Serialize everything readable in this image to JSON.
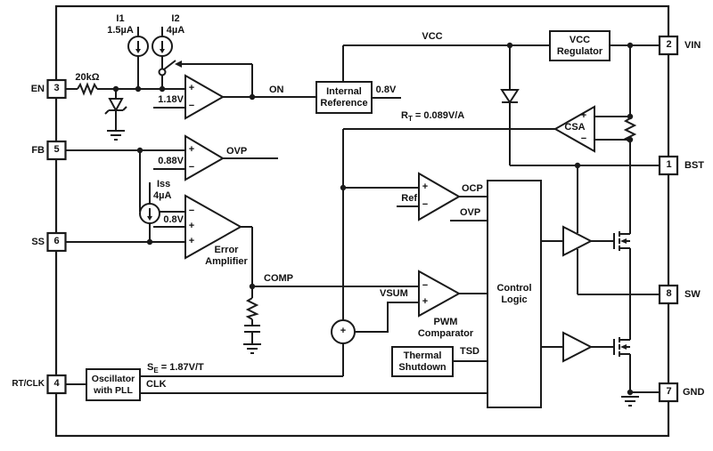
{
  "figure": {
    "background": "#ffffff",
    "line_color": "#1a1a1a"
  },
  "pins": {
    "left": [
      {
        "num": "3",
        "name": "EN"
      },
      {
        "num": "5",
        "name": "FB"
      },
      {
        "num": "6",
        "name": "SS"
      },
      {
        "num": "4",
        "name": "RT/CLK"
      }
    ],
    "right": [
      {
        "num": "2",
        "name": "VIN"
      },
      {
        "num": "1",
        "name": "BST"
      },
      {
        "num": "8",
        "name": "SW"
      },
      {
        "num": "7",
        "name": "GND"
      }
    ]
  },
  "blocks": {
    "internal_reference": {
      "line1": "Internal",
      "line2": "Reference"
    },
    "vcc_regulator": {
      "line1": "VCC",
      "line2": "Regulator"
    },
    "oscillator": {
      "line1": "Oscillator",
      "line2": "with PLL"
    },
    "thermal_shutdown": {
      "line1": "Thermal",
      "line2": "Shutdown"
    },
    "control_logic": {
      "line1": "Control",
      "line2": "Logic"
    }
  },
  "amps": {
    "en": {
      "plus": "+",
      "minus": "−",
      "ref": "1.18V",
      "out": "ON"
    },
    "ovp": {
      "plus": "+",
      "minus": "−",
      "ref": "0.88V",
      "out": "OVP"
    },
    "error": {
      "minus": "−",
      "plus1": "+",
      "plus2": "+",
      "ref": "0.8V",
      "name1": "Error",
      "name2": "Amplifier"
    },
    "ocp": {
      "plus": "+",
      "minus": "−",
      "ref": "Ref",
      "out": "OCP"
    },
    "pwm": {
      "minus": "−",
      "plus": "+",
      "name1": "PWM",
      "name2": "Comparator"
    },
    "csa": {
      "label": "CSA",
      "plus": "+",
      "minus": "−"
    }
  },
  "sources": {
    "i1": {
      "name": "I1",
      "value": "1.5µA"
    },
    "i2": {
      "name": "I2",
      "value": "4µA"
    },
    "iss": {
      "name": "Iss",
      "value": "4µA"
    }
  },
  "labels": {
    "r_en": "20kΩ",
    "vcc": "VCC",
    "vref": "0.8V",
    "rt": {
      "base": "R",
      "sub": "T",
      "rest": " = 0.089V/A"
    },
    "ovp_in": "OVP",
    "comp": "COMP",
    "vsum": "VSUM",
    "tsd": "TSD",
    "se": {
      "base": "S",
      "sub": "E",
      "rest": " = 1.87V/T"
    },
    "clk": "CLK",
    "sum_plus": "+"
  }
}
